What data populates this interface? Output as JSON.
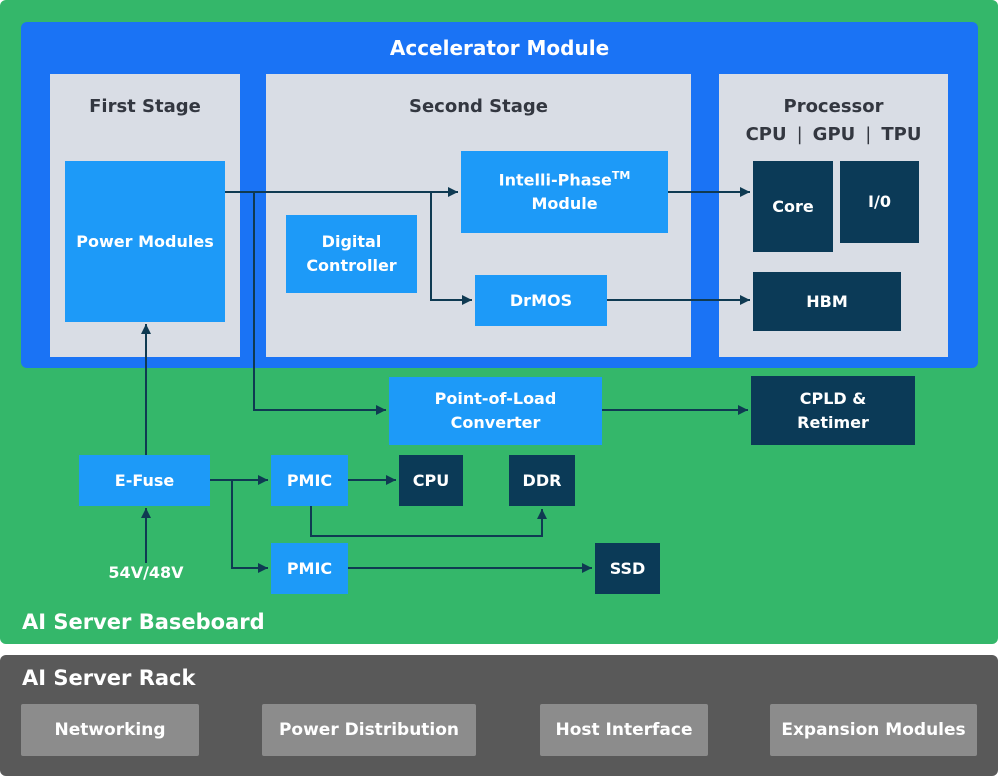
{
  "accelerator": {
    "title": "Accelerator Module",
    "first_stage": {
      "title": "First Stage",
      "power_modules": "Power Modules"
    },
    "second_stage": {
      "title": "Second Stage",
      "intelli_phase_line1": "Intelli-Phase",
      "intelli_phase_tm": "TM",
      "intelli_phase_line2": "Module",
      "digital_controller_line1": "Digital",
      "digital_controller_line2": "Controller",
      "drmos": "DrMOS"
    },
    "processor": {
      "title": "Processor",
      "cpu": "CPU",
      "gpu": "GPU",
      "tpu": "TPU",
      "separator": "|",
      "core": "Core",
      "io": "I/0",
      "hbm": "HBM"
    }
  },
  "baseboard": {
    "title": "AI Server Baseboard",
    "pol_line1": "Point-of-Load",
    "pol_line2": "Converter",
    "cpld_line1": "CPLD &",
    "cpld_line2": "Retimer",
    "efuse": "E-Fuse",
    "input_voltage": "54V/48V",
    "pmic_top": "PMIC",
    "pmic_bottom": "PMIC",
    "cpu": "CPU",
    "ddr": "DDR",
    "ssd": "SSD"
  },
  "rack": {
    "title": "AI Server Rack",
    "items": [
      "Networking",
      "Power Distribution",
      "Host Interface",
      "Expansion Modules"
    ]
  },
  "colors": {
    "baseboard_green": "#34b76a",
    "accelerator_blue": "#1a73f5",
    "light_blue_block": "#1d9af8",
    "dark_navy_block": "#0b3a57",
    "grey_panel": "#d9dde5",
    "rack_grey": "#595959",
    "rack_item_grey": "#8c8c8c",
    "wire_color": "#0f3a52"
  }
}
